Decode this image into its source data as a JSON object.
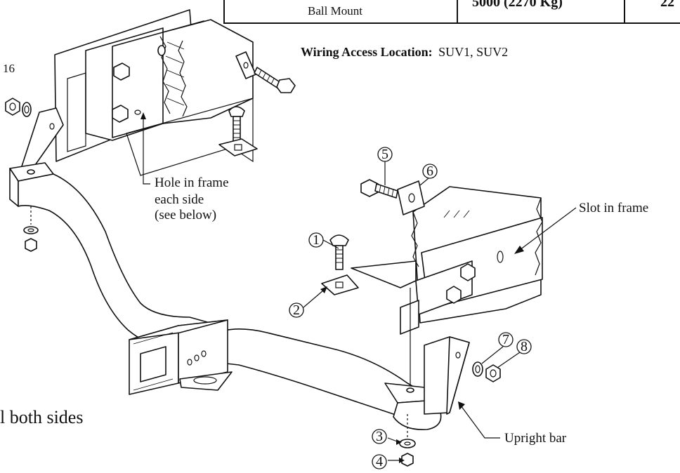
{
  "table_fragment": {
    "row_label": "Ball Mount",
    "capacity": "5000 (2270 Kg)",
    "next_col_fragment": "22"
  },
  "wiring_access": {
    "label": "Wiring Access Location:",
    "value": "SUV1, SUV2"
  },
  "left_edge_fragment": "16",
  "bottom_left_fragment": "l both sides",
  "callouts": {
    "hole_in_frame": [
      "Hole in frame",
      "each side",
      "(see below)"
    ],
    "slot_in_frame": "Slot in frame",
    "upright_bar": "Upright bar"
  },
  "part_numbers": [
    "1",
    "2",
    "3",
    "4",
    "5",
    "6",
    "7",
    "8"
  ]
}
